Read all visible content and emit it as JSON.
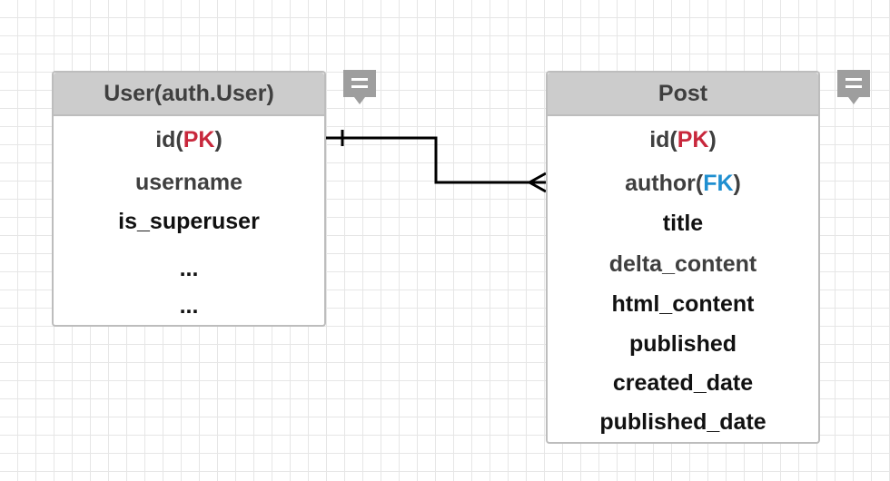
{
  "entities": {
    "user": {
      "title": "User(auth.User)",
      "fields": {
        "id": {
          "name": "id(",
          "tag": "PK",
          "close": ")"
        },
        "username": "username",
        "is_superuser": "is_superuser",
        "more1": "...",
        "more2": "..."
      }
    },
    "post": {
      "title": "Post",
      "fields": {
        "id": {
          "name": "id(",
          "tag": "PK",
          "close": ")"
        },
        "author": {
          "name": "author(",
          "tag": "FK",
          "close": ")"
        },
        "title": "title",
        "delta_content": "delta_content",
        "html_content": "html_content",
        "published": "published",
        "created_date": "created_date",
        "published_date": "published_date"
      }
    }
  },
  "relationship": {
    "from": "User.id",
    "to": "Post.author",
    "type": "one-to-many"
  },
  "colors": {
    "pk": "#c8283c",
    "fk": "#1f8fd0",
    "header": "#cccccc",
    "border": "#bdbdbd",
    "comment_icon": "#9e9e9e"
  },
  "icons": {
    "comment": "comment-icon"
  }
}
